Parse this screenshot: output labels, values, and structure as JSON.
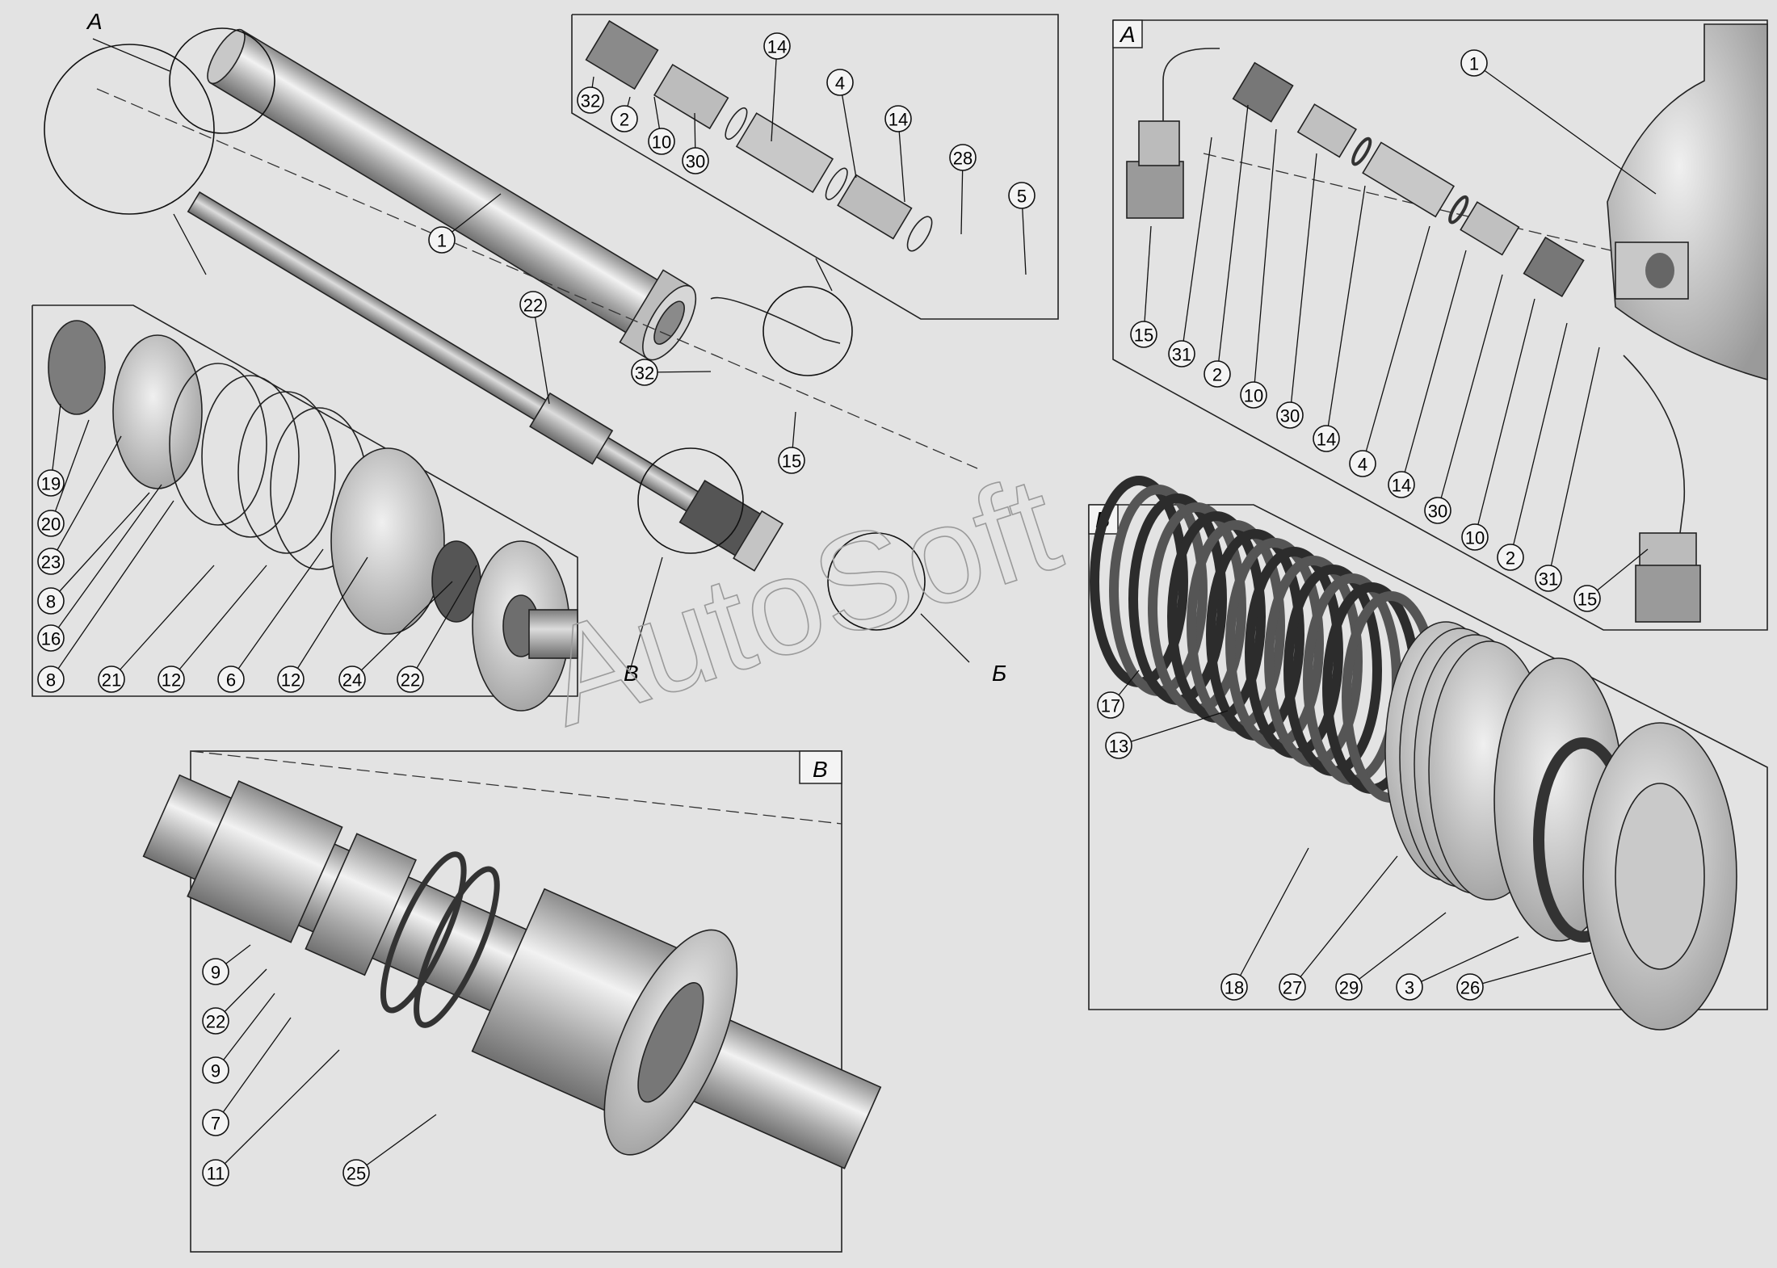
{
  "views": {
    "A": "А",
    "B": "Б",
    "V": "В"
  },
  "watermark": "AutoSoft",
  "colors": {
    "background": "#e3e3e3",
    "metal": "#b4b4b4",
    "seal": "#3a3a3a",
    "line": "#222222"
  },
  "callouts": {
    "main": [
      "1",
      "22",
      "32",
      "15"
    ],
    "top_detail": [
      "32",
      "2",
      "10",
      "30",
      "14",
      "4",
      "14",
      "28",
      "5"
    ],
    "left_detail": [
      "19",
      "20",
      "23",
      "8",
      "16",
      "8",
      "21",
      "12",
      "6",
      "12",
      "24",
      "22"
    ],
    "view_a": [
      "1",
      "15",
      "31",
      "2",
      "10",
      "30",
      "14",
      "4",
      "14",
      "30",
      "10",
      "2",
      "31",
      "15"
    ],
    "view_b": [
      "17",
      "13",
      "18",
      "27",
      "29",
      "3",
      "26"
    ],
    "view_v": [
      "9",
      "22",
      "9",
      "7",
      "11",
      "25"
    ]
  }
}
